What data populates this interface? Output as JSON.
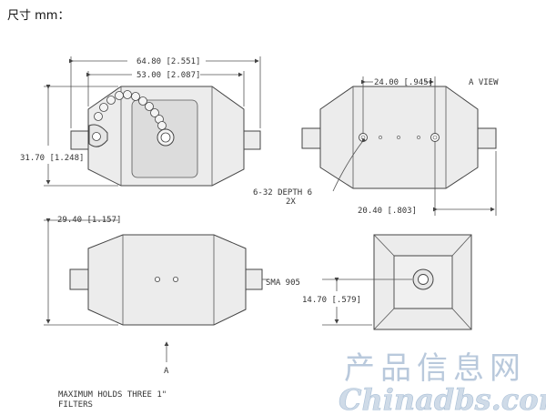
{
  "caption": "尺寸 mm：",
  "dimensions": {
    "overall_length": "64.80 [2.551]",
    "body_length": "53.00 [2.087]",
    "height": "31.70 [1.248]",
    "hole_spacing": "24.00 [.945]",
    "view_label": "A VIEW",
    "thread": "6-32 DEPTH 6",
    "thread_qty": "2X",
    "side_offset": "20.40 [.803]",
    "bottom_width": "29.40 [1.157]",
    "connector": "SMA 905",
    "end_height": "14.70 [.579]",
    "arrow_label": "A"
  },
  "note_line1": "MAXIMUM HOLDS THREE 1\"",
  "note_line2": "FILTERS",
  "watermark": {
    "cn": "产品信息网",
    "en": "Chinadbs.com"
  }
}
